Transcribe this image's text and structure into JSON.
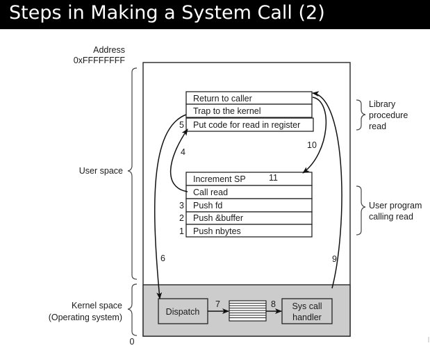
{
  "slide": {
    "title": "Steps in Making a System Call (2)"
  },
  "diagram": {
    "address_label": "Address",
    "address_top": "0xFFFFFFFF",
    "address_bottom": "0",
    "regions": {
      "user_space": "User space",
      "kernel_space_line1": "Kernel space",
      "kernel_space_line2": "(Operating system)"
    },
    "library_box": {
      "rows": [
        {
          "step": "",
          "label": "Return to caller"
        },
        {
          "step": "",
          "label": "Trap to the kernel"
        },
        {
          "step": "5",
          "label": "Put code for read in register"
        }
      ],
      "brace_label": [
        "Library",
        "procedure",
        "read"
      ]
    },
    "user_program_box": {
      "rows": [
        {
          "step": "",
          "label": "Increment SP",
          "extra": "11"
        },
        {
          "step": "",
          "label": "Call read"
        },
        {
          "step": "3",
          "label": "Push fd"
        },
        {
          "step": "2",
          "label": "Push &buffer"
        },
        {
          "step": "1",
          "label": "Push nbytes"
        }
      ],
      "brace_label": [
        "User program",
        "calling read"
      ]
    },
    "kernel": {
      "dispatch": "Dispatch",
      "handler_line1": "Sys call",
      "handler_line2": "handler"
    },
    "arrow_labels": {
      "a4": "4",
      "a6": "6",
      "a7": "7",
      "a8": "8",
      "a9": "9",
      "a10": "10"
    },
    "colors": {
      "kernel_fill": "#cccccc",
      "line": "#222222",
      "title_bg": "#000000"
    }
  }
}
